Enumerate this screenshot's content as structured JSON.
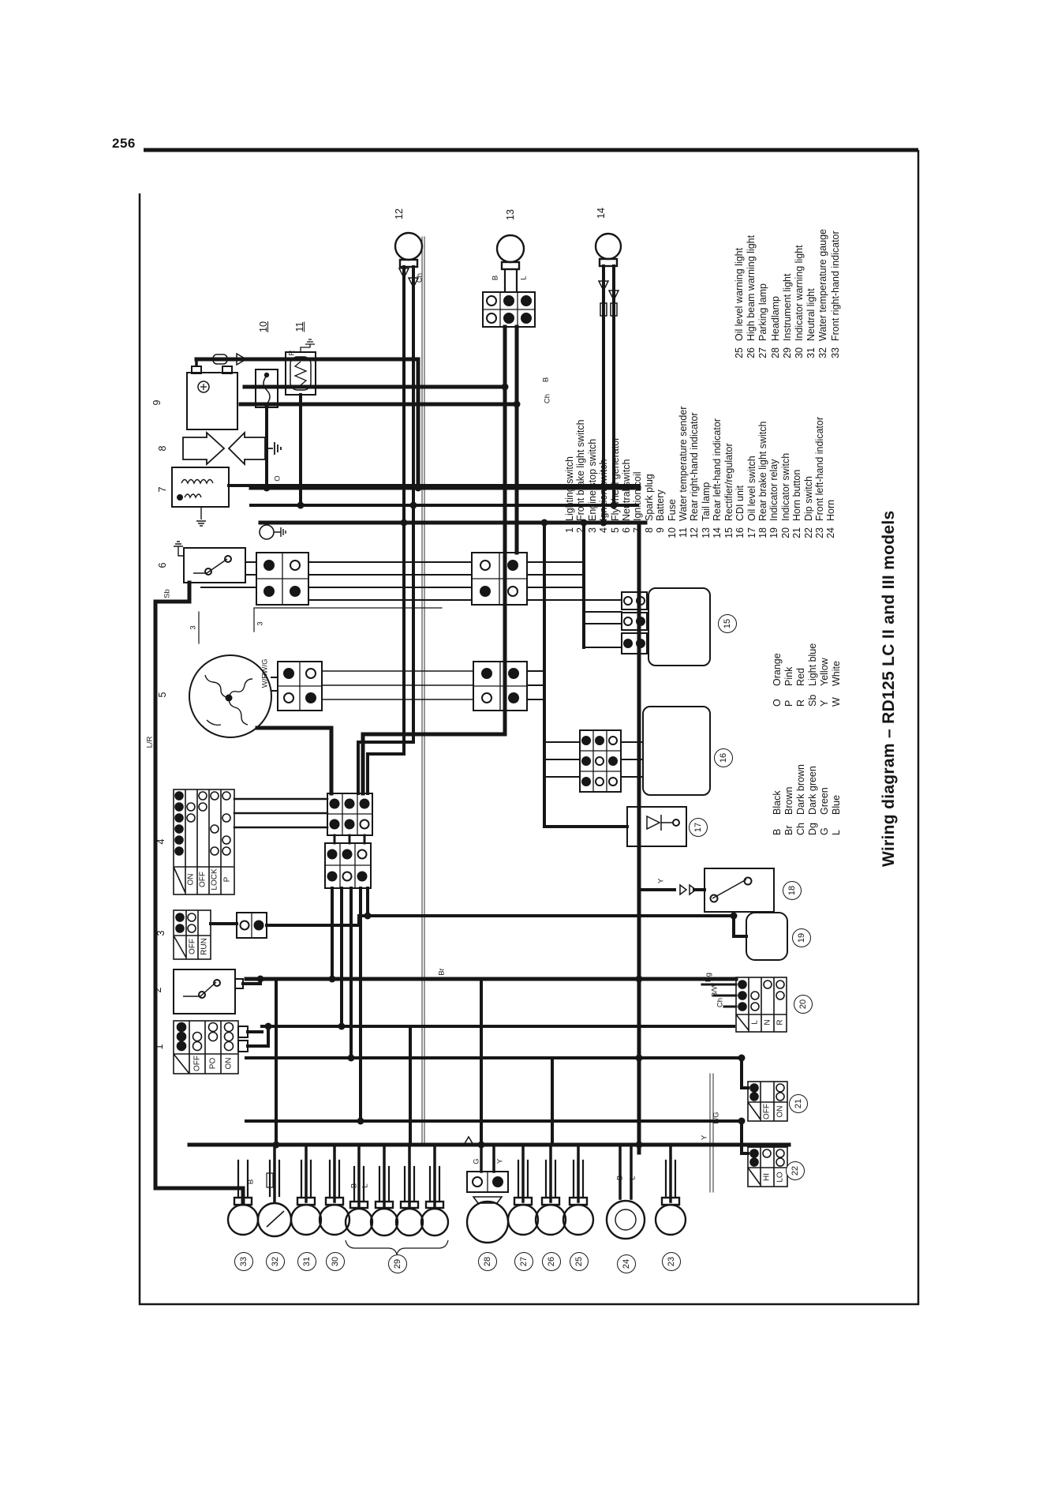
{
  "page": {
    "number": "256"
  },
  "title": "Wiring diagram – RD125 LC II and III models",
  "legend_1_24": [
    {
      "n": "1",
      "label": "Lighting switch"
    },
    {
      "n": "2",
      "label": "Front brake light switch"
    },
    {
      "n": "3",
      "label": "Engine stop switch"
    },
    {
      "n": "4",
      "label": "Ignition switch"
    },
    {
      "n": "5",
      "label": "Flywheel generator"
    },
    {
      "n": "6",
      "label": "Neutral switch"
    },
    {
      "n": "7",
      "label": "Ignition coil"
    },
    {
      "n": "8",
      "label": "Spark plug"
    },
    {
      "n": "9",
      "label": "Battery"
    },
    {
      "n": "10",
      "label": "Fuse"
    },
    {
      "n": "11",
      "label": "Water temperature sender"
    },
    {
      "n": "12",
      "label": "Rear right-hand indicator"
    },
    {
      "n": "13",
      "label": "Tail lamp"
    },
    {
      "n": "14",
      "label": "Rear left-hand indicator"
    },
    {
      "n": "15",
      "label": "Rectifier/regulator"
    },
    {
      "n": "16",
      "label": "CDI unit"
    },
    {
      "n": "17",
      "label": "Oil level switch"
    },
    {
      "n": "18",
      "label": "Rear brake light switch"
    },
    {
      "n": "19",
      "label": "Indicator relay"
    },
    {
      "n": "20",
      "label": "Indicator switch"
    },
    {
      "n": "21",
      "label": "Horn button"
    },
    {
      "n": "22",
      "label": "Dip switch"
    },
    {
      "n": "23",
      "label": "Front left-hand indicator"
    },
    {
      "n": "24",
      "label": "Horn"
    }
  ],
  "legend_25_33": [
    {
      "n": "25",
      "label": "Oil level warning light"
    },
    {
      "n": "26",
      "label": "High beam warning light"
    },
    {
      "n": "27",
      "label": "Parking lamp"
    },
    {
      "n": "28",
      "label": "Headlamp"
    },
    {
      "n": "29",
      "label": "Instrument light"
    },
    {
      "n": "30",
      "label": "Indicator warning light"
    },
    {
      "n": "31",
      "label": "Neutral light"
    },
    {
      "n": "32",
      "label": "Water temperature gauge"
    },
    {
      "n": "33",
      "label": "Front right-hand indicator"
    }
  ],
  "color_code": {
    "group1": [
      {
        "code": "B",
        "name": "Black"
      },
      {
        "code": "Br",
        "name": "Brown"
      },
      {
        "code": "Ch",
        "name": "Dark brown"
      },
      {
        "code": "Dg",
        "name": "Dark green"
      },
      {
        "code": "G",
        "name": "Green"
      },
      {
        "code": "L",
        "name": "Blue"
      }
    ],
    "group2": [
      {
        "code": "O",
        "name": "Orange"
      },
      {
        "code": "P",
        "name": "Pink"
      },
      {
        "code": "R",
        "name": "Red"
      },
      {
        "code": "Sb",
        "name": "Light blue"
      },
      {
        "code": "Y",
        "name": "Yellow"
      },
      {
        "code": "W",
        "name": "White"
      }
    ]
  },
  "switches": {
    "lighting": {
      "rows": [
        "OFF",
        "PO",
        "ON"
      ]
    },
    "engine_stop": {
      "rows": [
        "OFF",
        "RUN"
      ]
    },
    "ignition": {
      "rows": [
        "ON",
        "OFF",
        "LOCK",
        "P"
      ]
    },
    "indicator": {
      "rows": [
        "L",
        "N",
        "R"
      ]
    },
    "horn_button": {
      "rows": [
        "OFF",
        "ON"
      ]
    },
    "dip": {
      "rows": [
        "HI",
        "LO"
      ]
    }
  },
  "markers": {
    "p1": "1",
    "p2": "2",
    "p3": "3",
    "p4": "4",
    "p5": "5",
    "p6": "6",
    "p7": "7",
    "p8": "8",
    "p9": "9",
    "p10": "10",
    "p11": "11",
    "p12": "12",
    "p13": "13",
    "p14": "14",
    "m15": "15",
    "m16": "16",
    "m17": "17",
    "m18": "18",
    "m19": "19",
    "m20": "20",
    "m21": "21",
    "m22": "22",
    "m23": "23",
    "m24": "24",
    "m25": "25",
    "m26": "26",
    "m27": "27",
    "m28": "28",
    "m29": "29",
    "m30": "30",
    "m31": "31",
    "m32": "32",
    "m33": "33"
  },
  "wire_labels": [
    "R",
    "B",
    "L",
    "B",
    "Ch",
    "O",
    "Sb",
    "W/G",
    "W/R",
    "3",
    "3",
    "L/R",
    "Y",
    "Dg",
    "B/W",
    "Ch",
    "L/G",
    "Y",
    "Br",
    "B",
    "L",
    "G",
    "Y",
    "B",
    "L",
    "B",
    "Ch"
  ]
}
